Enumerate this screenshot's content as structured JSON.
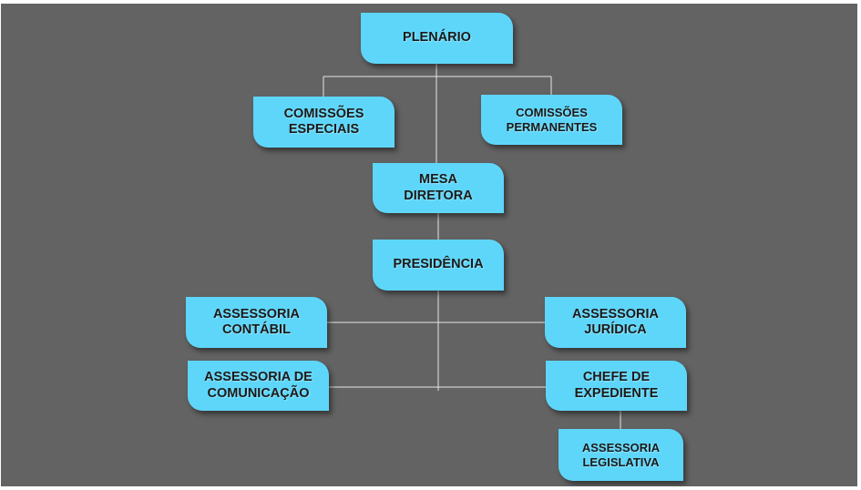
{
  "org_chart": {
    "plenario": "PLENÁRIO",
    "comissoes_especiais": "COMISSÕES\nESPECIAIS",
    "comissoes_permanentes": "COMISSÕES\nPERMANENTES",
    "mesa_diretora": "MESA\nDIRETORA",
    "presidencia": "PRESIDÊNCIA",
    "assessoria_contabil": "ASSESSORIA\nCONTÁBIL",
    "assessoria_juridica": "ASSESSORIA\nJURÍDICA",
    "assessoria_comunicacao": "ASSESSORIA DE\nCOMUNICAÇÃO",
    "chefe_expediente": "CHEFE DE\nEXPEDIENTE",
    "assessoria_legislativa": "ASSESSORIA\nLEGISLATIVA"
  },
  "colors": {
    "background": "#636363",
    "box_fill": "#5ed6fa",
    "text": "#1a1a1a",
    "connector": "#e6e6e6"
  }
}
